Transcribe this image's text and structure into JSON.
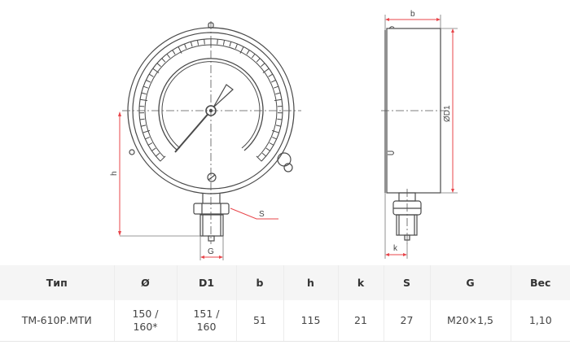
{
  "drawing": {
    "front_view": {
      "dimension_labels": {
        "h": "h",
        "S": "S",
        "G": "G"
      }
    },
    "side_view": {
      "dimension_labels": {
        "b": "b",
        "D1": "ØD1",
        "k": "k"
      }
    },
    "colors": {
      "line": "#4a4a4a",
      "dimension": "#e8454a",
      "centerline": "#555555"
    }
  },
  "table": {
    "headers": [
      "Тип",
      "Ø",
      "D1",
      "b",
      "h",
      "k",
      "S",
      "G",
      "Вес"
    ],
    "rows": [
      {
        "type": "ТМ-610Р.МТИ",
        "diameter": [
          "150 /",
          "160*"
        ],
        "d1": [
          "151 /",
          "160"
        ],
        "b": "51",
        "h": "115",
        "k": "21",
        "s": "27",
        "g": "M20×1,5",
        "weight": "1,10"
      }
    ]
  }
}
